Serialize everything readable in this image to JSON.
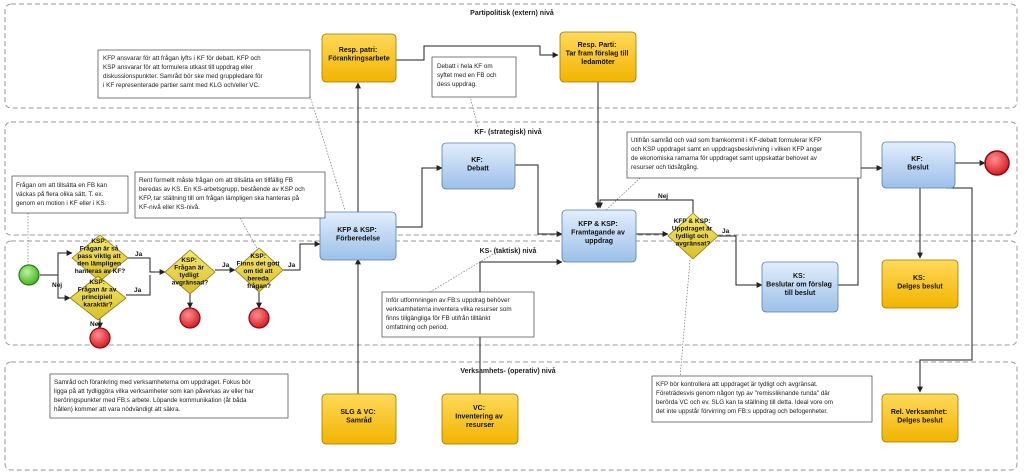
{
  "lanes": {
    "politisk": "Partipolitisk (extern) nivå",
    "strategisk": "KF- (strategisk) nivå",
    "taktisk": "KS- (taktisk) nivå",
    "operativ": "Verksamhets- (operativ) nivå"
  },
  "boxes": {
    "resp_forankring": [
      "Resp. patri:",
      "Förankringsarbete"
    ],
    "resp_parti": [
      "Resp. Parti:",
      "Tar fram förslag till",
      "ledamöter"
    ],
    "kf_debatt": [
      "KF:",
      "Debatt"
    ],
    "kfp_ksp_forb": [
      "KFP & KSP:",
      "Förberedelse"
    ],
    "kfp_ksp_fram": [
      "KFP & KSP:",
      "Framtagande av",
      "uppdrag"
    ],
    "kf_beslut": [
      "KF:",
      "Beslut"
    ],
    "ks_beslutar": [
      "KS:",
      "Beslutar om förslag",
      "till beslut"
    ],
    "ks_delges": [
      "KS:",
      "Delges beslut"
    ],
    "slg_vc": [
      "SLG & VC:",
      "Samråd"
    ],
    "vc_inventering": [
      "VC:",
      "Inventering av",
      "resurser"
    ],
    "rel_verksamhet": [
      "Rel. Verksamhet:",
      "Delges beslut"
    ]
  },
  "gateways": {
    "g1": [
      "KSP:",
      "Frågan är så",
      "pass viktig att",
      "den lämpligen",
      "hanteras av KF?"
    ],
    "g2": [
      "KSP:",
      "Frågan är av",
      "principiell",
      "karaktär?"
    ],
    "g3": [
      "KSP:",
      "Frågan är",
      "tydligt",
      "avgränsad?"
    ],
    "g4": [
      "KSP:",
      "Finns det gott",
      "om tid att",
      "bereda",
      "frågan?"
    ],
    "g5": [
      "KFP & KSP:",
      "Uppdraget är",
      "tydligt och",
      "avgränsat?"
    ]
  },
  "flow_labels": {
    "ja": "Ja",
    "nej": "Nej"
  },
  "notes": {
    "n1": [
      "KFP ansvarar för att frågan lyfts i KF för debatt. KFP och",
      "KSP ansvarar för att formulera utkast till uppdrag eller",
      "diskussionspunkter. Samråd bör ske med gruppledare för",
      "i KF representerade partier samt med KLG och/eller VC."
    ],
    "n2": [
      "Debatt i hela KF om",
      "syftet med en FB och",
      "dess uppdrag."
    ],
    "n3": [
      "Utifrån samråd och vad som framkommit i KF-debatt formulerar KFP",
      "och KSP uppdraget samt en uppdragsbeskrivning i vilken KFP anger",
      "de ekonomiska ramarna för uppdraget samt uppskattar behovet av",
      "resurser och tidsåtgång."
    ],
    "n4": [
      "Frågan om att tillsätta en FB kan",
      "väckas på flera olika sätt. T. ex.",
      "genom en motion i KF eller i KS."
    ],
    "n5": [
      "Rent formellt måste frågan om att tillsätta en tillfällig FB",
      "beredas av KS. En KS-arbetsgrupp, bestående av KSP och",
      "KFP, tar ställning till om frågan lämpligen ska hanteras på",
      "KF-nivå eller KS-nivå."
    ],
    "n6": [
      "Inför utformningen av FB:s uppdrag behöver",
      "verksamheterna inventera vilka resurser som",
      "finns tillgängliga för FB utifrån tilltänkt",
      "omfattning och period."
    ],
    "n7": [
      "Samråd och förankring med verksamheterna om uppdraget. Fokus bör",
      "ligga på att tydliggöra vilka verksamheter som kan påverkas av eller har",
      "beröringspunkter med FB:s arbete. Löpande kommunikation (åt båda",
      "hållen) kommer att vara nödvändigt att säkra."
    ],
    "n8": [
      "KFP bör kontrollera att uppdraget är tydligt och avgränsat.",
      "Företrädesvis genom någon typ av \"remissliknande runda\" där",
      "berörda VC och ev. SLG kan ta ställning till detta. Ideal vore om",
      "det inte uppstår förvirring om FB:s uppdrag och befogenheter."
    ]
  },
  "colors": {
    "task_yellow": "#f7c21d",
    "task_blue": "#b9d4f2",
    "gateway": "#e8d64a",
    "start": "#6fd13d",
    "end": "#e8323c"
  }
}
